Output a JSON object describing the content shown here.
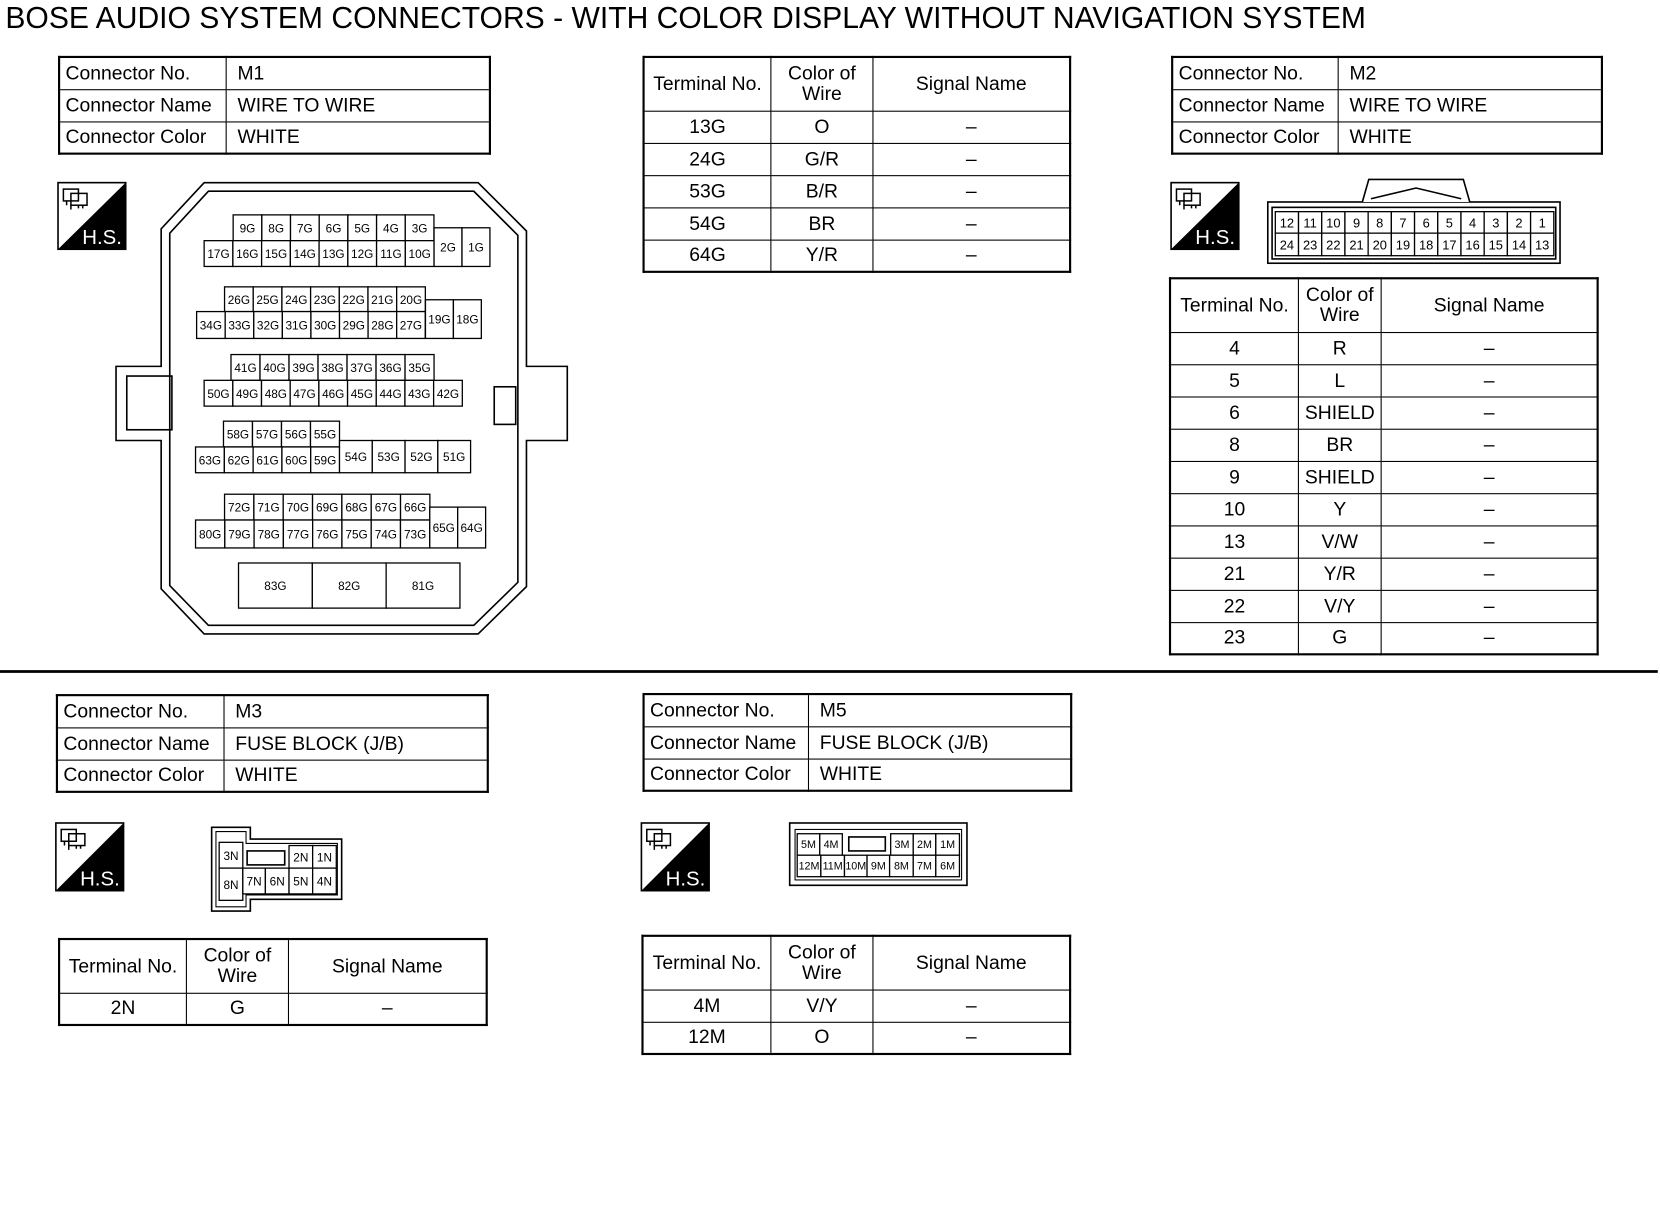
{
  "title": "BOSE AUDIO SYSTEM CONNECTORS - WITH COLOR DISPLAY WITHOUT NAVIGATION SYSTEM",
  "labels": {
    "connector_no": "Connector No.",
    "connector_name": "Connector Name",
    "connector_color": "Connector Color",
    "terminal_no": "Terminal No.",
    "color_of_wire": "Color of Wire",
    "signal_name": "Signal Name",
    "harness_side": "H.S."
  },
  "connectors": {
    "m1": {
      "no": "M1",
      "name": "WIRE TO WIRE",
      "color": "WHITE",
      "cavities": [
        [
          "9G",
          "8G",
          "7G",
          "6G",
          "5G",
          "4G",
          "3G"
        ],
        [
          "17G",
          "16G",
          "15G",
          "14G",
          "13G",
          "12G",
          "11G",
          "10G"
        ],
        [
          "2G",
          "1G"
        ],
        [
          "26G",
          "25G",
          "24G",
          "23G",
          "22G",
          "21G",
          "20G"
        ],
        [
          "34G",
          "33G",
          "32G",
          "31G",
          "30G",
          "29G",
          "28G",
          "27G"
        ],
        [
          "19G",
          "18G"
        ],
        [
          "41G",
          "40G",
          "39G",
          "38G",
          "37G",
          "36G",
          "35G"
        ],
        [
          "50G",
          "49G",
          "48G",
          "47G",
          "46G",
          "45G",
          "44G",
          "43G",
          "42G"
        ],
        [
          "58G",
          "57G",
          "56G",
          "55G"
        ],
        [
          "63G",
          "62G",
          "61G",
          "60G",
          "59G"
        ],
        [
          "54G",
          "53G",
          "52G",
          "51G"
        ],
        [
          "72G",
          "71G",
          "70G",
          "69G",
          "68G",
          "67G",
          "66G"
        ],
        [
          "80G",
          "79G",
          "78G",
          "77G",
          "76G",
          "75G",
          "74G",
          "73G"
        ],
        [
          "65G",
          "64G"
        ],
        [
          "83G",
          "82G",
          "81G"
        ]
      ],
      "terminals": [
        {
          "terminal": "13G",
          "wire": "O",
          "signal": "–"
        },
        {
          "terminal": "24G",
          "wire": "G/R",
          "signal": "–"
        },
        {
          "terminal": "53G",
          "wire": "B/R",
          "signal": "–"
        },
        {
          "terminal": "54G",
          "wire": "BR",
          "signal": "–"
        },
        {
          "terminal": "64G",
          "wire": "Y/R",
          "signal": "–"
        }
      ]
    },
    "m2": {
      "no": "M2",
      "name": "WIRE TO WIRE",
      "color": "WHITE",
      "cavities": [
        [
          "12",
          "11",
          "10",
          "9",
          "8",
          "7",
          "6",
          "5",
          "4",
          "3",
          "2",
          "1"
        ],
        [
          "24",
          "23",
          "22",
          "21",
          "20",
          "19",
          "18",
          "17",
          "16",
          "15",
          "14",
          "13"
        ]
      ],
      "terminals": [
        {
          "terminal": "4",
          "wire": "R",
          "signal": "–"
        },
        {
          "terminal": "5",
          "wire": "L",
          "signal": "–"
        },
        {
          "terminal": "6",
          "wire": "SHIELD",
          "signal": "–"
        },
        {
          "terminal": "8",
          "wire": "BR",
          "signal": "–"
        },
        {
          "terminal": "9",
          "wire": "SHIELD",
          "signal": "–"
        },
        {
          "terminal": "10",
          "wire": "Y",
          "signal": "–"
        },
        {
          "terminal": "13",
          "wire": "V/W",
          "signal": "–"
        },
        {
          "terminal": "21",
          "wire": "Y/R",
          "signal": "–"
        },
        {
          "terminal": "22",
          "wire": "V/Y",
          "signal": "–"
        },
        {
          "terminal": "23",
          "wire": "G",
          "signal": "–"
        }
      ]
    },
    "m3": {
      "no": "M3",
      "name": "FUSE BLOCK (J/B)",
      "color": "WHITE",
      "cavities": [
        "3N",
        "2N",
        "1N",
        "8N",
        "7N",
        "6N",
        "5N",
        "4N"
      ],
      "terminals": [
        {
          "terminal": "2N",
          "wire": "G",
          "signal": "–"
        }
      ]
    },
    "m5": {
      "no": "M5",
      "name": "FUSE BLOCK (J/B)",
      "color": "WHITE",
      "cavities": [
        "5M",
        "4M",
        "3M",
        "2M",
        "1M",
        "12M",
        "11M",
        "10M",
        "9M",
        "8M",
        "7M",
        "6M"
      ],
      "terminals": [
        {
          "terminal": "4M",
          "wire": "V/Y",
          "signal": "–"
        },
        {
          "terminal": "12M",
          "wire": "O",
          "signal": "–"
        }
      ]
    }
  }
}
